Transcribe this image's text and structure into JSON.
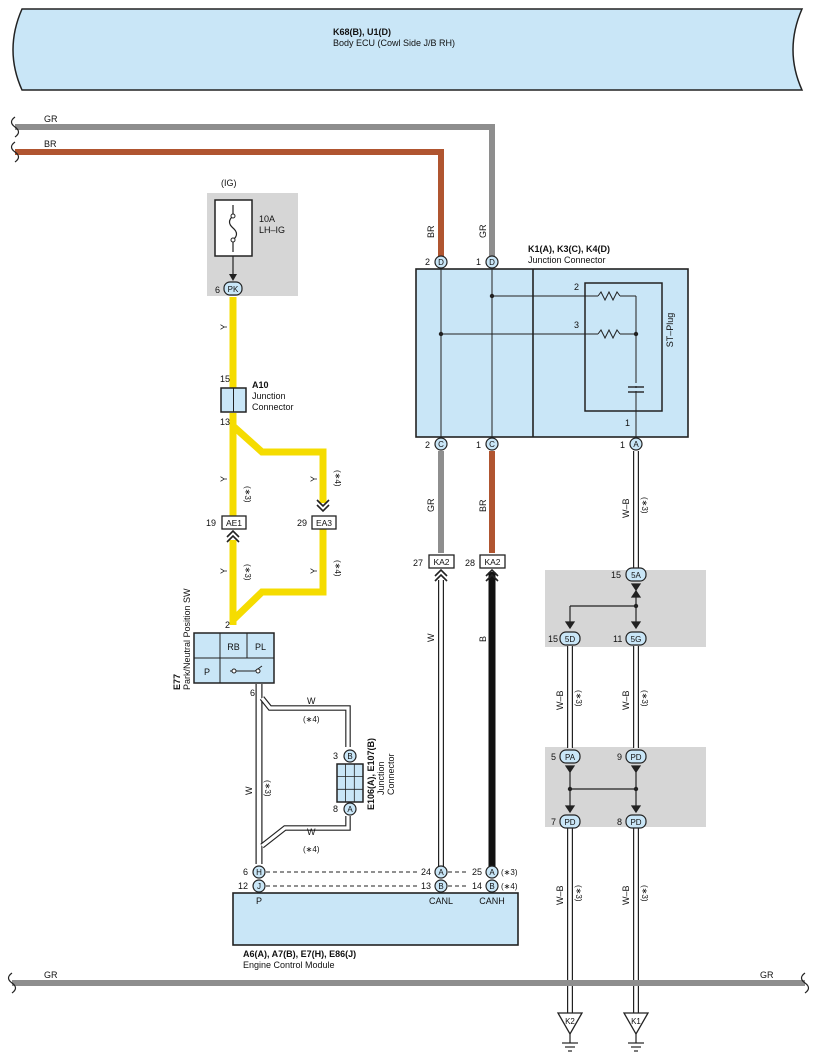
{
  "body_ecu": {
    "code": "K68(B), U1(D)",
    "name": "Body ECU (Cowl Side J/B RH)"
  },
  "wire_colors": {
    "GR": "#8e8e8e",
    "BR": "#b05530",
    "Y": "#f5dc00",
    "B": "#111111",
    "W": "#ffffff",
    "WB": "#dddddd"
  },
  "wires": {
    "gr": "GR",
    "br": "BR",
    "y": "Y",
    "w": "W",
    "b": "B",
    "wb": "W–B"
  },
  "fuse": {
    "ig": "(IG)",
    "rating": "10A",
    "name": "LH–IG",
    "pin": "6",
    "term": "PK"
  },
  "a10": {
    "code": "A10",
    "name1": "Junction",
    "name2": "Connector",
    "pin_top": "15",
    "pin_bot": "13"
  },
  "notes": {
    "n3": "(∗3)",
    "n4": "(∗4)"
  },
  "inline": {
    "ae1": {
      "pin": "19",
      "label": "AE1"
    },
    "ea3": {
      "pin": "29",
      "label": "EA3"
    },
    "ka2a": {
      "pin": "27",
      "label": "KA2"
    },
    "ka2b": {
      "pin": "28",
      "label": "KA2"
    }
  },
  "e77": {
    "code": "E77",
    "name": "Park/Neutral Position SW",
    "pin_top": "2",
    "pin_bot": "6",
    "rb": "RB",
    "pl": "PL",
    "p": "P"
  },
  "jc_k": {
    "code": "K1(A), K3(C), K4(D)",
    "name": "Junction Connector",
    "plug": "ST–Plug",
    "d2": "2",
    "d2t": "D",
    "d1": "1",
    "d1t": "D",
    "c2": "2",
    "c2t": "C",
    "c1": "1",
    "c1t": "C",
    "a1": "1",
    "a1t": "A",
    "r1": "2",
    "r2": "3",
    "r3": "1"
  },
  "jc_e": {
    "code": "E106(A), E107(B)",
    "name1": "Junction",
    "name2": "Connector",
    "pb": "3",
    "pbt": "B",
    "pa": "8",
    "pat": "A"
  },
  "ecm": {
    "code": "A6(A), A7(B), E7(H), E86(J)",
    "name": "Engine Control Module",
    "p6": "6",
    "h": "H",
    "p12": "12",
    "j": "J",
    "p24": "24",
    "a": "A",
    "p13": "13",
    "b": "B",
    "p25": "25",
    "a2": "A",
    "p14": "14",
    "b2": "B",
    "pin_p": "P",
    "canl": "CANL",
    "canh": "CANH"
  },
  "jb1": {
    "p15a": "15",
    "t5a": "5A",
    "p15d": "15",
    "t5d": "5D",
    "p11": "11",
    "t5g": "5G"
  },
  "jb2": {
    "p5": "5",
    "tpa": "PA",
    "p9": "9",
    "tpd": "PD",
    "p7": "7",
    "tpd2": "PD",
    "p8": "8",
    "tpd3": "PD"
  },
  "grounds": {
    "k2": "K2",
    "k1": "K1"
  }
}
